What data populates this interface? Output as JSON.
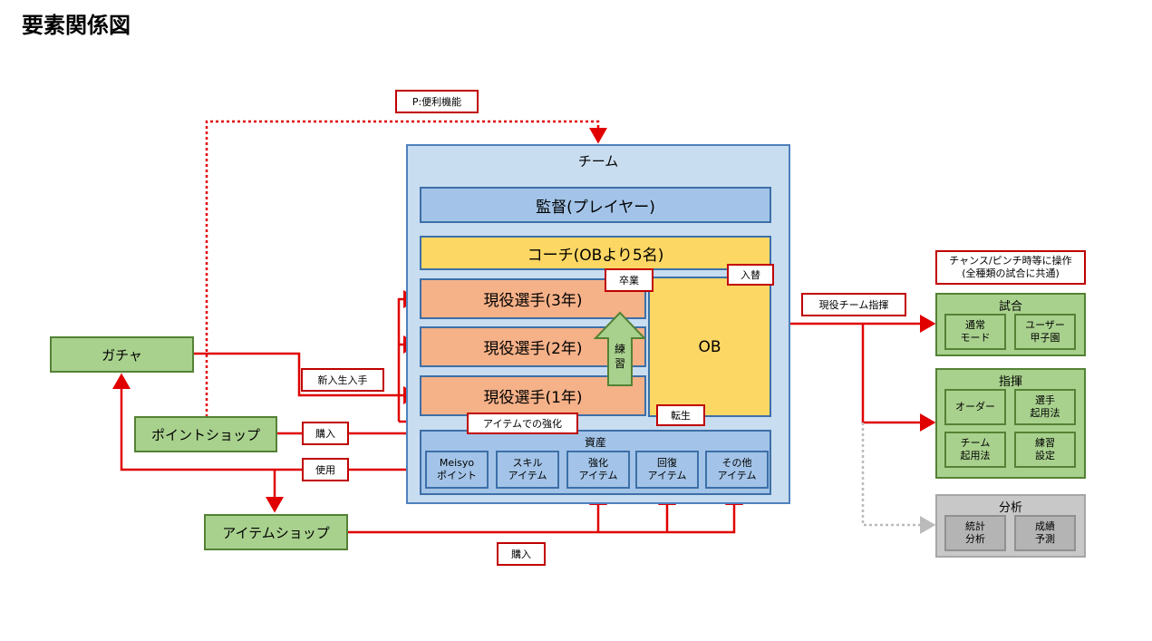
{
  "title": "要素関係図",
  "team": {
    "label": "チーム",
    "manager": "監督(プレイヤー)",
    "coach": "コーチ(OBより5名)",
    "players": [
      "現役選手(3年)",
      "現役選手(2年)",
      "現役選手(1年)"
    ],
    "ob": "OB",
    "practice": "練\n習",
    "assets": {
      "label": "資産",
      "items": [
        "Meisyo\nポイント",
        "スキル\nアイテム",
        "強化\nアイテム",
        "回復\nアイテム",
        "その他\nアイテム"
      ]
    }
  },
  "labels": {
    "convenience": "P:便利機能",
    "graduation": "卒業",
    "swap": "入替",
    "transfer": "転生",
    "enhance": "アイテムでの強化",
    "new_students": "新入生入手",
    "purchase1": "購入",
    "use": "使用",
    "purchase2": "購入",
    "command_team": "現役チーム指揮",
    "chance_note": "チャンス/ピンチ時等に操作\n(全種類の試合に共通)"
  },
  "shops": {
    "gacha": "ガチャ",
    "point_shop": "ポイントショップ",
    "item_shop": "アイテムショップ"
  },
  "right_panel": {
    "match": {
      "label": "試合",
      "items": [
        "通常\nモード",
        "ユーザー\n甲子園"
      ]
    },
    "command": {
      "label": "指揮",
      "items": [
        "オーダー",
        "選手\n起用法",
        "チーム\n起用法",
        "練習\n設定"
      ]
    },
    "analysis": {
      "label": "分析",
      "items": [
        "統計\n分析",
        "成績\n予測"
      ]
    }
  },
  "colors": {
    "arrow": "#e00000",
    "green": "#a9d18e",
    "blue": "#a3c4e8",
    "yellow": "#fdd764",
    "orange": "#f5b188",
    "gray": "#c8c8c8"
  }
}
